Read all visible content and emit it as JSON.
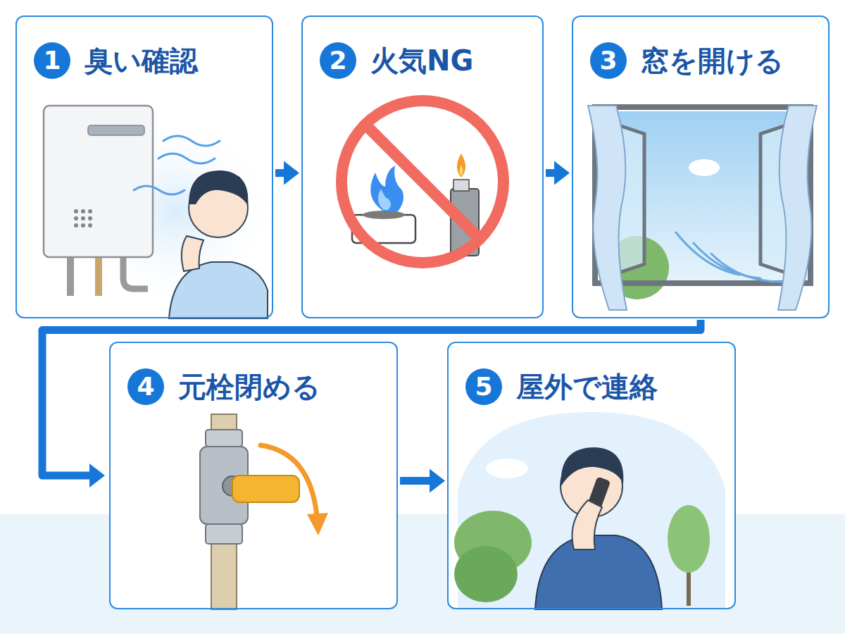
{
  "diagram": {
    "nodes": [
      {
        "text": [
          "1",
          "臭い確認"
        ]
      },
      {
        "text": [
          "2",
          "火気NG"
        ]
      },
      {
        "text": [
          "3",
          "窓を開ける"
        ]
      },
      {
        "text": [
          "4",
          "元栓閉める"
        ]
      },
      {
        "text": [
          "5",
          "屋外で連絡"
        ]
      }
    ],
    "edges": [
      {
        "from": 0,
        "to": 1,
        "arrow": "to"
      },
      {
        "from": 1,
        "to": 2,
        "arrow": "to"
      },
      {
        "from": 2,
        "to": 3,
        "arrow": "to"
      },
      {
        "from": 3,
        "to": 4,
        "arrow": "to"
      }
    ]
  }
}
